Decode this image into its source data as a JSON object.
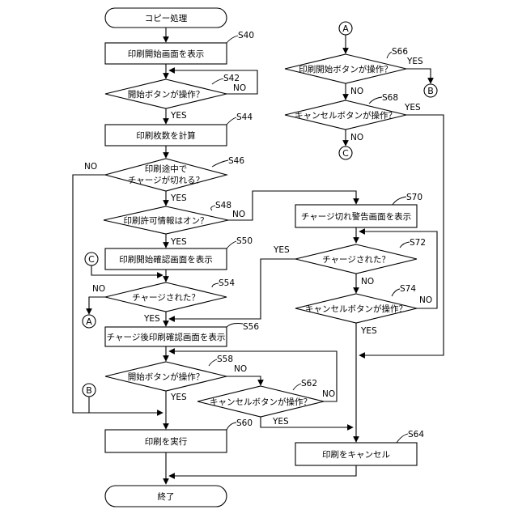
{
  "nodes": {
    "start": "コピー処理",
    "s40": "印刷開始画面を表示",
    "s42": "開始ボタンが操作？",
    "s44": "印刷枚数を計算",
    "s46_line1": "印刷途中で",
    "s46_line2": "チャージが切れる？",
    "s48": "印刷許可情報はオン？",
    "s50": "印刷開始確認画面を表示",
    "s54": "チャージされた？",
    "s56": "チャージ後印刷確認画面を表示",
    "s58": "開始ボタンが操作？",
    "s60": "印刷を実行",
    "s62": "キャンセルボタンが操作？",
    "s64": "印刷をキャンセル",
    "s66": "印刷開始ボタンが操作？",
    "s68": "キャンセルボタンが操作？",
    "s70": "チャージ切れ警告画面を表示",
    "s72": "チャージされた？",
    "s74": "キャンセルボタンが操作？",
    "end": "終了"
  },
  "steps": {
    "s40": "S40",
    "s42": "S42",
    "s44": "S44",
    "s46": "S46",
    "s48": "S48",
    "s50": "S50",
    "s54": "S54",
    "s56": "S56",
    "s58": "S58",
    "s60": "S60",
    "s62": "S62",
    "s64": "S64",
    "s66": "S66",
    "s68": "S68",
    "s70": "S70",
    "s72": "S72",
    "s74": "S74"
  },
  "labels": {
    "yes": "YES",
    "no": "NO"
  },
  "connectors": {
    "a": "A",
    "b": "B",
    "c": "C"
  }
}
